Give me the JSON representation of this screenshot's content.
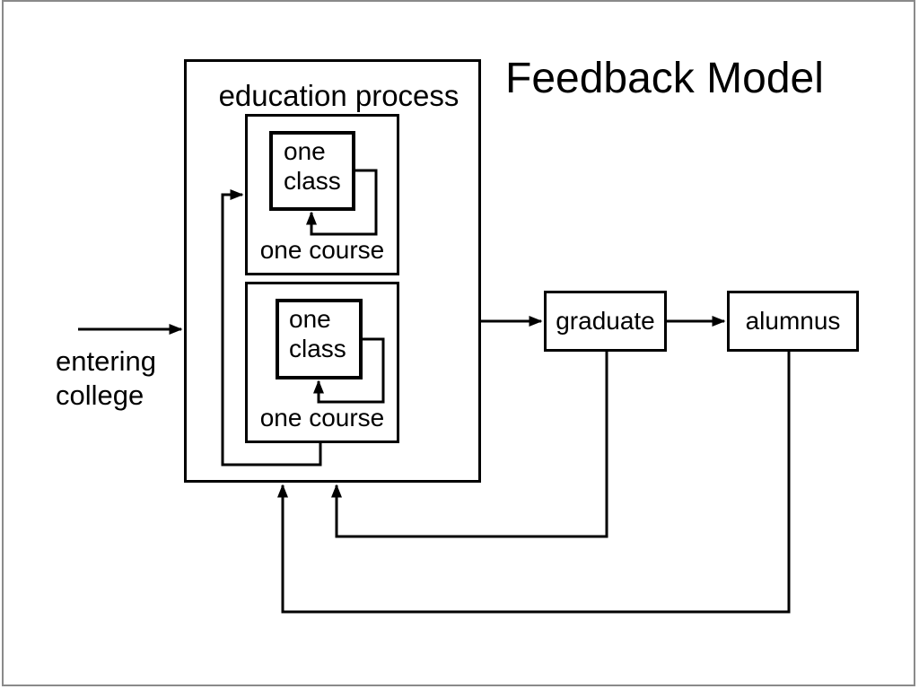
{
  "slide": {
    "title": "Feedback Model",
    "background_color": "#ffffff",
    "ink_color": "#000000",
    "frame_border_color": "#8a8a8a"
  },
  "diagram": {
    "process_label": "education process",
    "course1": {
      "class_line1": "one",
      "class_line2": "class",
      "course_label": "one course"
    },
    "course2": {
      "class_line1": "one",
      "class_line2": "class",
      "course_label": "one course"
    },
    "input_line1": "entering",
    "input_line2": "college",
    "graduate_label": "graduate",
    "alumnus_label": "alumnus",
    "connections": [
      "entering college -> education process",
      "education process -> graduate",
      "graduate -> alumnus",
      "one class loop inside course 1",
      "one class loop inside course 2",
      "course 2 -> course 1 internal feedback",
      "graduate -> education process feedback",
      "alumnus -> education process feedback"
    ]
  }
}
